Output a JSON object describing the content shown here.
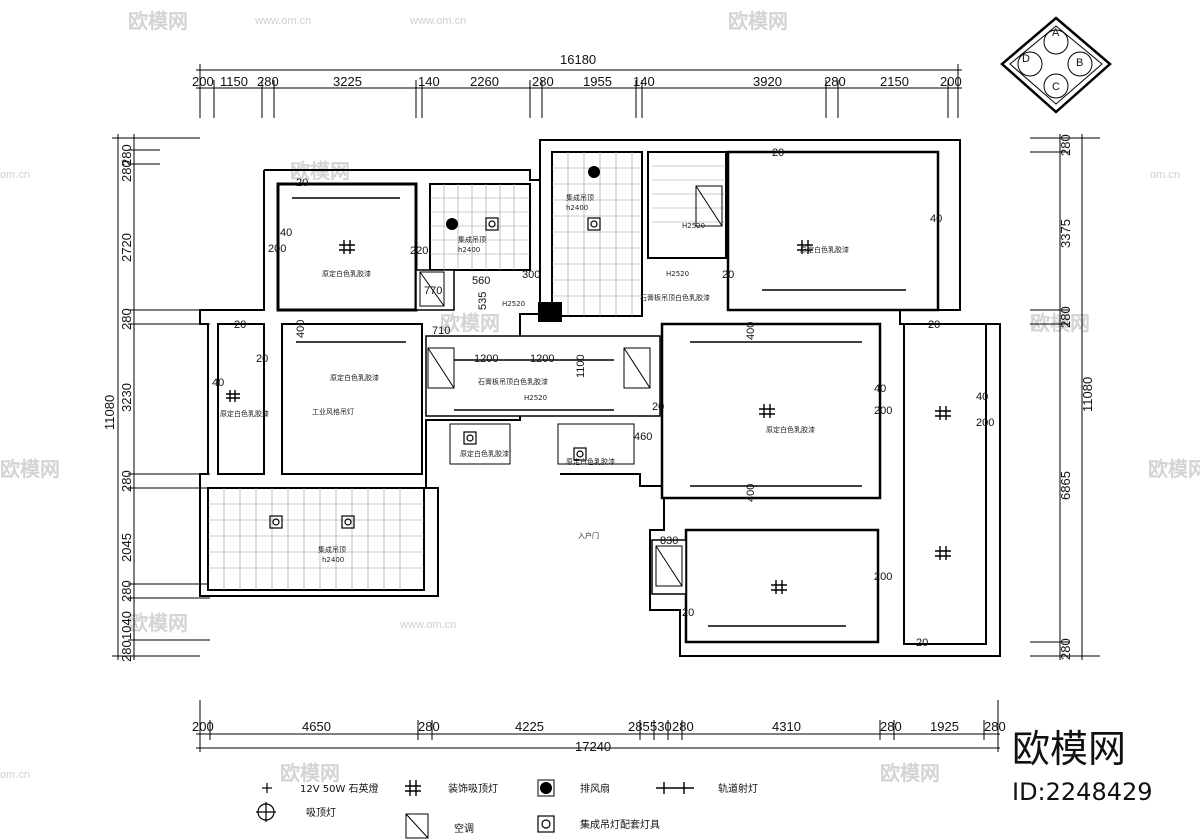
{
  "dims": {
    "top_total": "16180",
    "top": [
      "200",
      "1150",
      "280",
      "3225",
      "140",
      "2260",
      "280",
      "1955",
      "140",
      "3920",
      "280",
      "2150",
      "200"
    ],
    "bottom_total": "17240",
    "bottom": [
      "200",
      "4650",
      "280",
      "4225",
      "285",
      "530",
      "280",
      "4310",
      "280",
      "1925",
      "280"
    ],
    "left": [
      "280",
      "280",
      "2720",
      "280",
      "3230",
      "280",
      "2045",
      "280",
      "1040",
      "280"
    ],
    "left_total": "11080",
    "right": [
      "280",
      "3375",
      "280",
      "6865",
      "280"
    ],
    "right_total": "11080",
    "misc": [
      "770",
      "560",
      "300",
      "535",
      "220",
      "710",
      "1200",
      "1200",
      "1100",
      "460",
      "830",
      "400",
      "400",
      "400",
      "40",
      "40",
      "40",
      "40",
      "40",
      "20",
      "20",
      "20",
      "20",
      "20",
      "20",
      "20",
      "20",
      "200",
      "200",
      "200",
      "200",
      "20",
      "20"
    ]
  },
  "rooms": {
    "white_latex": "原定白色乳胶漆",
    "integrated_ceiling": "集成吊顶",
    "h2400": "h2400",
    "h2520": "H2520",
    "gypsum_ceiling": "石膏板吊顶白色乳胶漆",
    "industrial_lamp": "工业风格吊灯",
    "entrance": "入户门"
  },
  "compass": [
    "A",
    "B",
    "C",
    "D"
  ],
  "legend": {
    "items": [
      {
        "label": "12V 50W 石英燈",
        "icon": "quartz-lamp-icon"
      },
      {
        "label": "装饰吸顶灯",
        "icon": "decorative-ceiling-lamp-icon"
      },
      {
        "label": "排风扇",
        "icon": "exhaust-fan-icon"
      },
      {
        "label": "轨道射灯",
        "icon": "track-spotlight-icon"
      },
      {
        "label": "吸顶灯",
        "icon": "ceiling-lamp-icon"
      },
      {
        "label": "空调",
        "icon": "air-conditioner-icon"
      },
      {
        "label": "集成吊灯配套灯具",
        "icon": "integrated-lamp-icon"
      }
    ]
  },
  "watermark": {
    "brand": "欧模网",
    "site": "www.om.cn",
    "site_short": "om.cn",
    "id": "ID:2248429"
  }
}
